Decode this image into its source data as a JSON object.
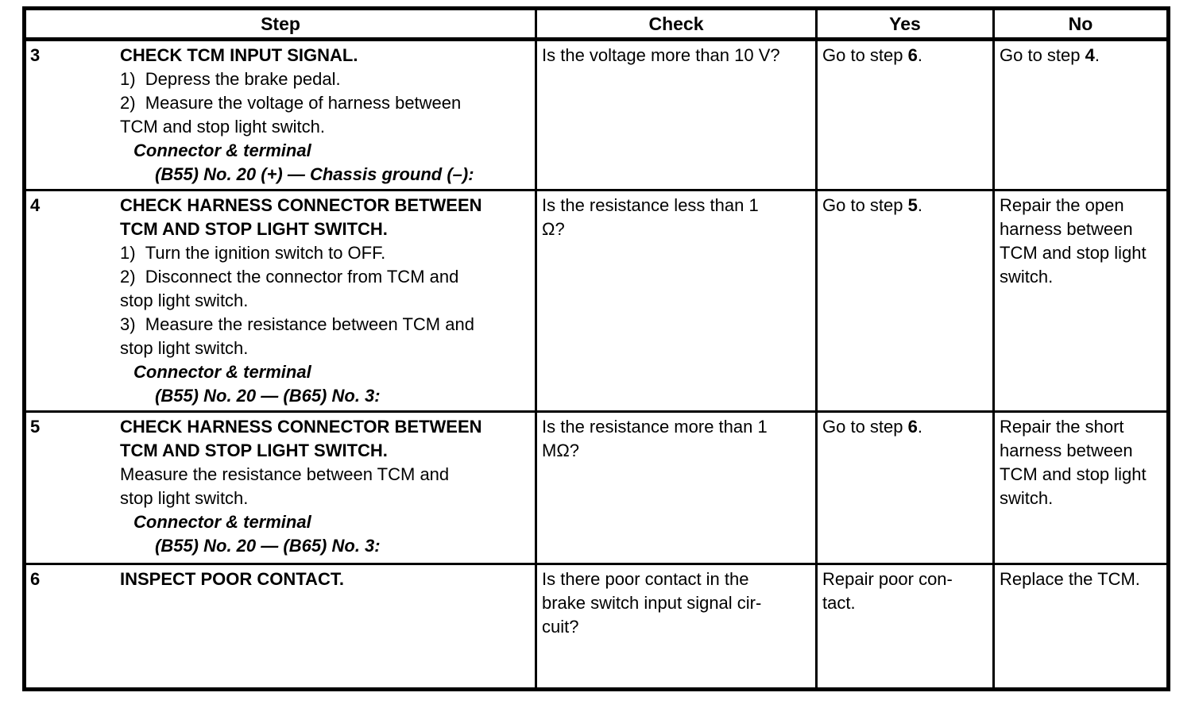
{
  "table": {
    "headers": [
      "Step",
      "Check",
      "Yes",
      "No"
    ],
    "rows": [
      {
        "num": "3",
        "title": "CHECK TCM INPUT SIGNAL.",
        "procedure": "1)  Depress the brake pedal.\n2)  Measure the voltage of harness between\nTCM and stop light switch.",
        "connector_label": "Connector & terminal",
        "connector_value": "(B55) No. 20 (+) — Chassis ground (–):",
        "check": "Is the voltage more than 10 V?",
        "yes": {
          "prefix": "Go to step ",
          "step": "6",
          "suffix": "."
        },
        "no": {
          "prefix": "Go to step ",
          "step": "4",
          "suffix": "."
        }
      },
      {
        "num": "4",
        "title": "CHECK HARNESS CONNECTOR BETWEEN\nTCM AND STOP LIGHT SWITCH.",
        "procedure": "1)  Turn the ignition switch to OFF.\n2)  Disconnect the connector from TCM and\nstop light switch.\n3)  Measure the resistance between TCM and\nstop light switch.",
        "connector_label": "Connector & terminal",
        "connector_value": "(B55) No. 20 — (B65) No. 3:",
        "check": "Is the resistance less than 1\nΩ?",
        "yes": {
          "prefix": "Go to step ",
          "step": "5",
          "suffix": "."
        },
        "no": {
          "text": "Repair the open\nharness between\nTCM and stop light\nswitch."
        }
      },
      {
        "num": "5",
        "title": "CHECK HARNESS CONNECTOR BETWEEN\nTCM AND STOP LIGHT SWITCH.",
        "procedure": "Measure the resistance between TCM and\nstop light switch.",
        "connector_label": "Connector & terminal",
        "connector_value": "(B55) No. 20 — (B65) No. 3:",
        "check": "Is the resistance more than 1\nMΩ?",
        "yes": {
          "prefix": "Go to step ",
          "step": "6",
          "suffix": "."
        },
        "no": {
          "text": "Repair the short\nharness between\nTCM and stop light\nswitch."
        }
      },
      {
        "num": "6",
        "title": "INSPECT POOR CONTACT.",
        "procedure": "",
        "connector_label": "",
        "connector_value": "",
        "check": "Is there poor contact in the\nbrake switch input signal cir-\ncuit?",
        "yes": {
          "text": "Repair poor con-\ntact."
        },
        "no": {
          "text": "Replace the TCM."
        }
      }
    ]
  }
}
